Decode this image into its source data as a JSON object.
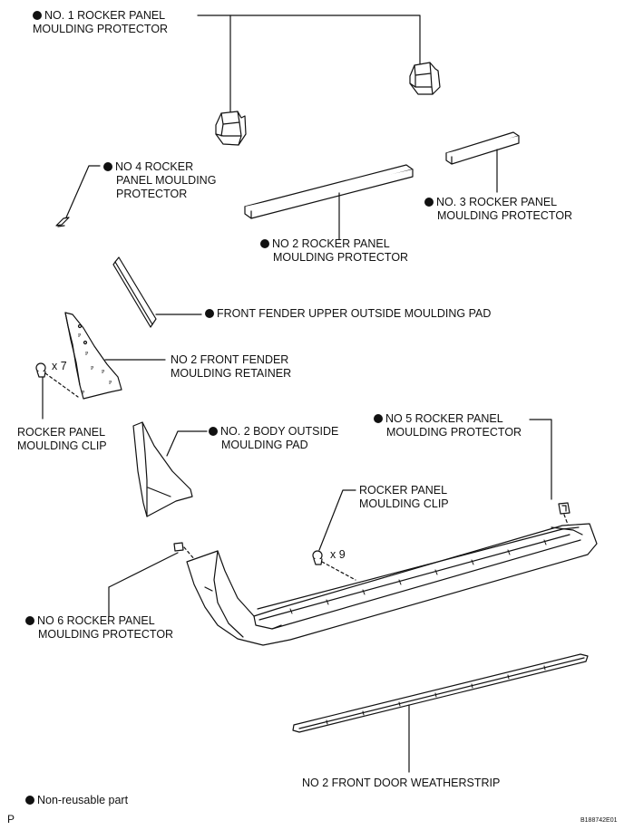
{
  "labels": {
    "no1_protector": [
      "NO. 1 ROCKER PANEL",
      "MOULDING PROTECTOR"
    ],
    "no4_protector": [
      "NO  4 ROCKER",
      "PANEL MOULDING",
      "PROTECTOR"
    ],
    "no3_protector": [
      "NO. 3 ROCKER PANEL",
      "MOULDING PROTECTOR"
    ],
    "no2_protector": [
      "NO  2 ROCKER PANEL",
      "MOULDING PROTECTOR"
    ],
    "fender_pad": "FRONT FENDER UPPER OUTSIDE MOULDING PAD",
    "no2_retainer": [
      "NO  2 FRONT FENDER",
      "MOULDING RETAINER"
    ],
    "qty_x7": "x 7",
    "clip_left": [
      "ROCKER PANEL",
      "MOULDING CLIP"
    ],
    "no2_body_pad": [
      "NO. 2 BODY OUTSIDE",
      "MOULDING PAD"
    ],
    "no5_protector": [
      "NO  5 ROCKER PANEL",
      "MOULDING PROTECTOR"
    ],
    "clip_center": [
      "ROCKER PANEL",
      "MOULDING CLIP"
    ],
    "qty_x9": "x 9",
    "no6_protector": [
      "NO  6 ROCKER PANEL",
      "MOULDING PROTECTOR"
    ],
    "weatherstrip": "NO  2 FRONT DOOR WEATHERSTRIP"
  },
  "legend": {
    "non_reusable": "Non-reusable part"
  },
  "corner": {
    "page_letter": "P",
    "figure_id": "B188742E01"
  }
}
